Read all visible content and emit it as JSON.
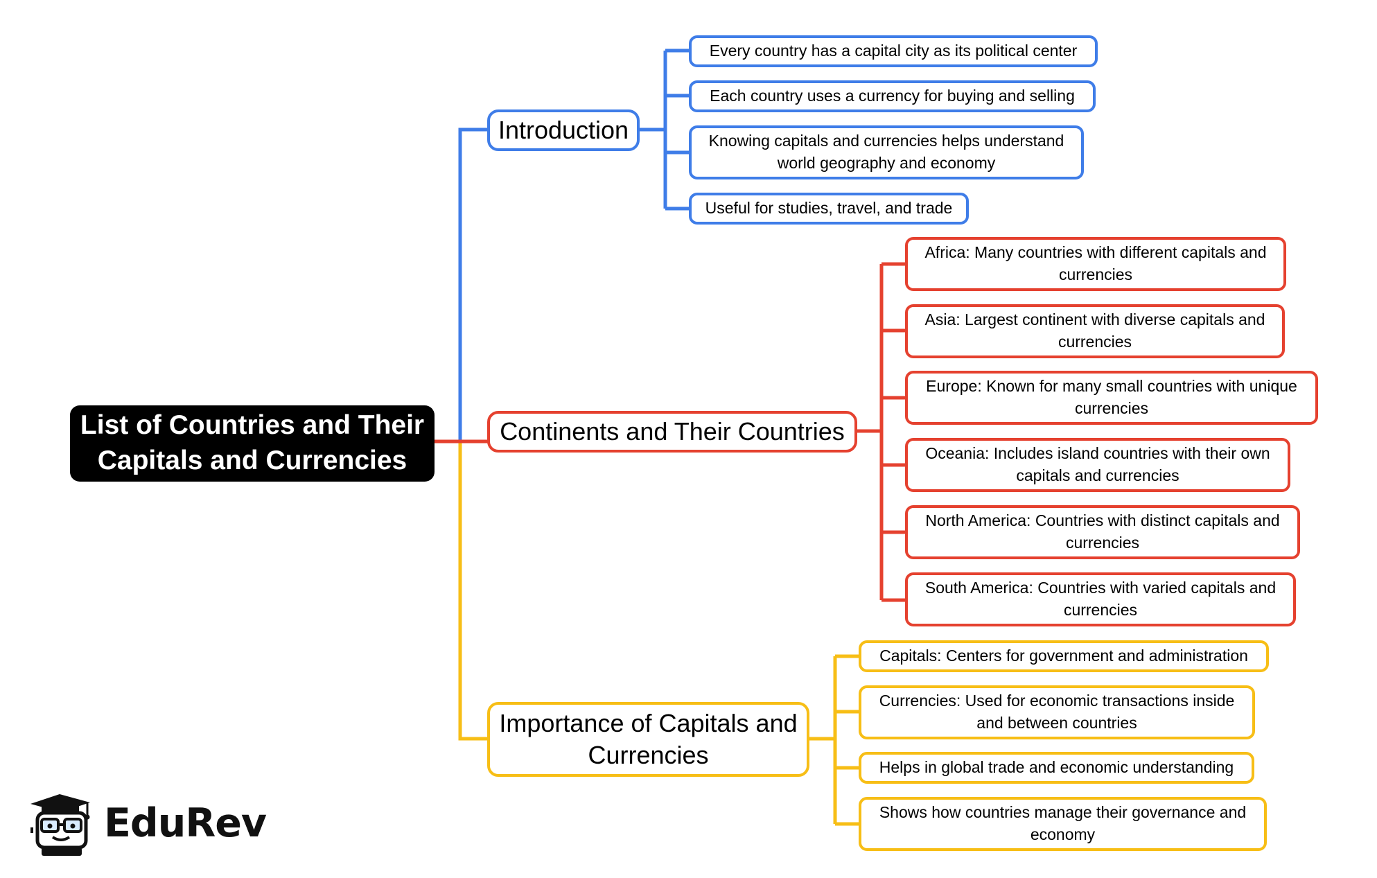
{
  "root": {
    "label": "List of Countries and Their Capitals and Currencies"
  },
  "branches": [
    {
      "label": "Introduction",
      "color": "#3f7de8",
      "leaves": [
        "Every country has a capital city as its political center",
        "Each country uses a currency for buying and selling",
        "Knowing capitals and currencies helps understand world geography and economy",
        "Useful for studies, travel, and trade"
      ]
    },
    {
      "label": "Continents and Their Countries",
      "color": "#e5412f",
      "leaves": [
        "Africa: Many countries with different capitals and currencies",
        "Asia: Largest continent with diverse capitals and currencies",
        "Europe: Known for many small countries with unique currencies",
        "Oceania: Includes island countries with their own capitals and currencies",
        "North America: Countries with distinct capitals and currencies",
        "South America: Countries with varied capitals and currencies"
      ]
    },
    {
      "label": "Importance of Capitals and Currencies",
      "color": "#f7be16",
      "leaves": [
        "Capitals: Centers for government and administration",
        "Currencies: Used for economic transactions inside and between countries",
        "Helps in global trade and economic understanding",
        "Shows how countries manage their governance and economy"
      ]
    }
  ],
  "logo": {
    "text": "EduRev",
    "icon": "graduate-mascot-icon"
  }
}
